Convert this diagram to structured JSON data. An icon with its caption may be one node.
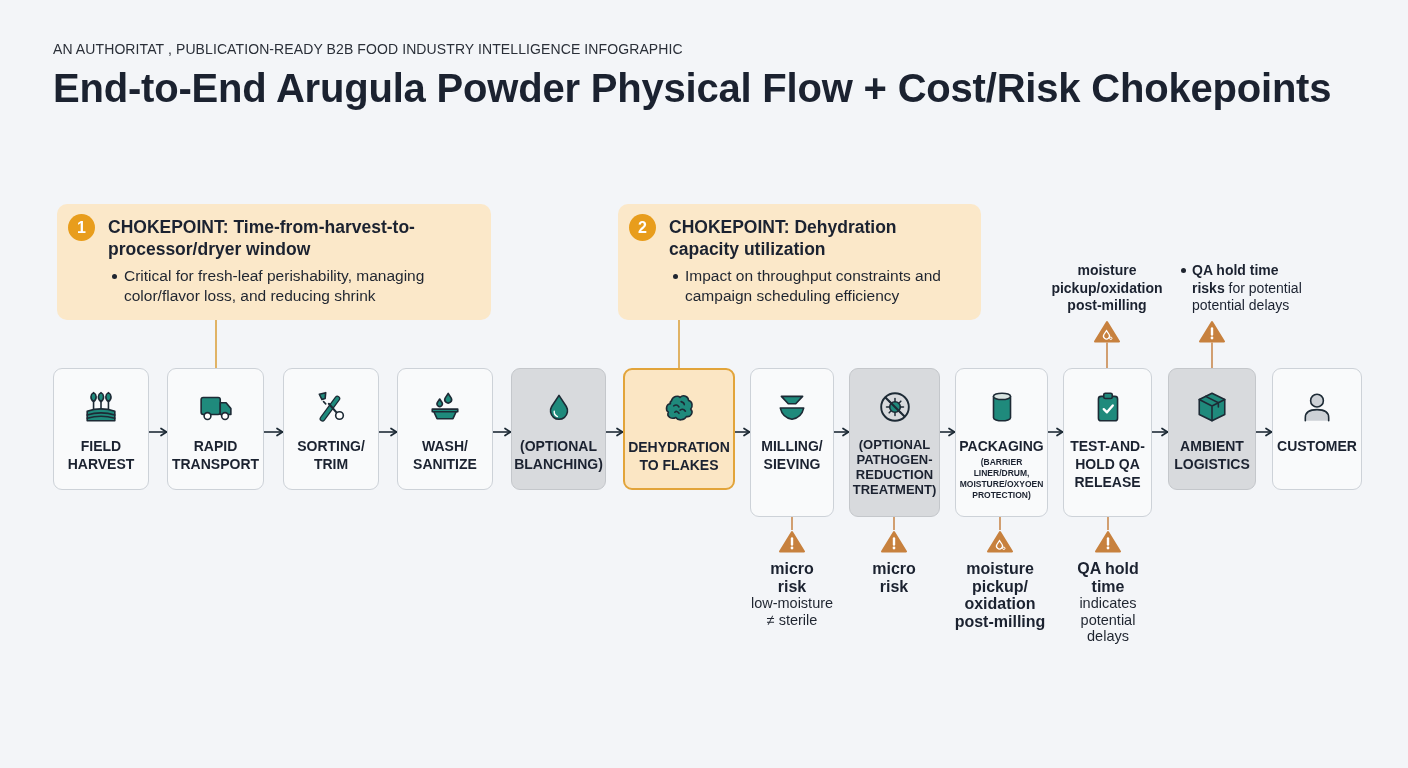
{
  "diagram": {
    "title": "End-to-End Arugula Powder Physical Flow + Cost/Risk Chokepoints",
    "nodes": [
      {
        "text": [
          "1",
          "CHOKEPOINT: Time-from-harvest-to-processor/dryer window",
          "Critical for fresh-leaf perishability, managing color/flavor loss, and reducing shrink"
        ]
      },
      {
        "text": [
          "2",
          "CHOKEPOINT: Dehydration capacity utilization",
          "Impact on throughput constraints and campaign scheduling efficiency"
        ]
      },
      {
        "text": [
          "moisture pickup/oxidation post-milling"
        ]
      },
      {
        "text": [
          "**QA hold time risks** for potential potential delays"
        ]
      },
      {
        "text": [
          "FIELD HARVEST"
        ]
      },
      {
        "text": [
          "RAPID TRANSPORT"
        ]
      },
      {
        "text": [
          "SORTING/ TRIM"
        ]
      },
      {
        "text": [
          "WASH/ SANITIZE"
        ]
      },
      {
        "text": [
          "(OPTIONAL BLANCHING)"
        ]
      },
      {
        "text": [
          "DEHYDRATION TO FLAKES"
        ]
      },
      {
        "text": [
          "MILLING/ SIEVING"
        ]
      },
      {
        "text": [
          "(OPTIONAL PATHOGEN-REDUCTION TREATMENT)"
        ]
      },
      {
        "text": [
          "PACKAGING",
          "(BARRIER LINER/DRUM, MOISTURE/OXYOEN PROTECTION)"
        ]
      },
      {
        "text": [
          "TEST-AND-HOLD QA RELEASE"
        ]
      },
      {
        "text": [
          "AMBIENT LOGISTICS"
        ]
      },
      {
        "text": [
          "CUSTOMER"
        ]
      },
      {
        "text": [
          "micro risk",
          "low-moisture ≠ sterile"
        ]
      },
      {
        "text": [
          "micro risk"
        ]
      },
      {
        "text": [
          "moisture pickup/ oxidation post-milling"
        ]
      },
      {
        "text": [
          "QA hold time",
          "indicates potential delays"
        ]
      }
    ],
    "edges": [
      {
        "from": 4,
        "to": 5,
        "arrow": "to"
      },
      {
        "from": 5,
        "to": 6,
        "arrow": "to"
      },
      {
        "from": 6,
        "to": 7,
        "arrow": "to"
      },
      {
        "from": 7,
        "to": 8,
        "arrow": "to"
      },
      {
        "from": 8,
        "to": 9,
        "arrow": "to"
      },
      {
        "from": 9,
        "to": 10,
        "arrow": "to"
      },
      {
        "from": 10,
        "to": 11,
        "arrow": "to"
      },
      {
        "from": 11,
        "to": 12,
        "arrow": "to"
      },
      {
        "from": 12,
        "to": 13,
        "arrow": "to"
      },
      {
        "from": 13,
        "to": 14,
        "arrow": "to"
      },
      {
        "from": 14,
        "to": 15,
        "arrow": "to"
      },
      {
        "from": 0,
        "to": 5,
        "arrow": "none",
        "color": "#dba340"
      },
      {
        "from": 1,
        "to": 9,
        "arrow": "none",
        "color": "#dba340"
      },
      {
        "from": 2,
        "to": 13,
        "arrow": "none",
        "color": "#c8894e"
      },
      {
        "from": 3,
        "to": 14,
        "arrow": "none",
        "color": "#c8894e"
      },
      {
        "from": 16,
        "to": 10,
        "arrow": "none",
        "color": "#c8894e"
      },
      {
        "from": 17,
        "to": 11,
        "arrow": "none",
        "color": "#c8894e"
      },
      {
        "from": 18,
        "to": 12,
        "arrow": "none",
        "color": "#c8894e"
      },
      {
        "from": 19,
        "to": 13,
        "arrow": "none",
        "color": "#c8894e"
      }
    ],
    "labels": [
      "AN AUTHORITAT , PUBLICATION-READY B2B FOOD INDUSTRY INTELLIGENCE INFOGRAPHIC"
    ]
  }
}
